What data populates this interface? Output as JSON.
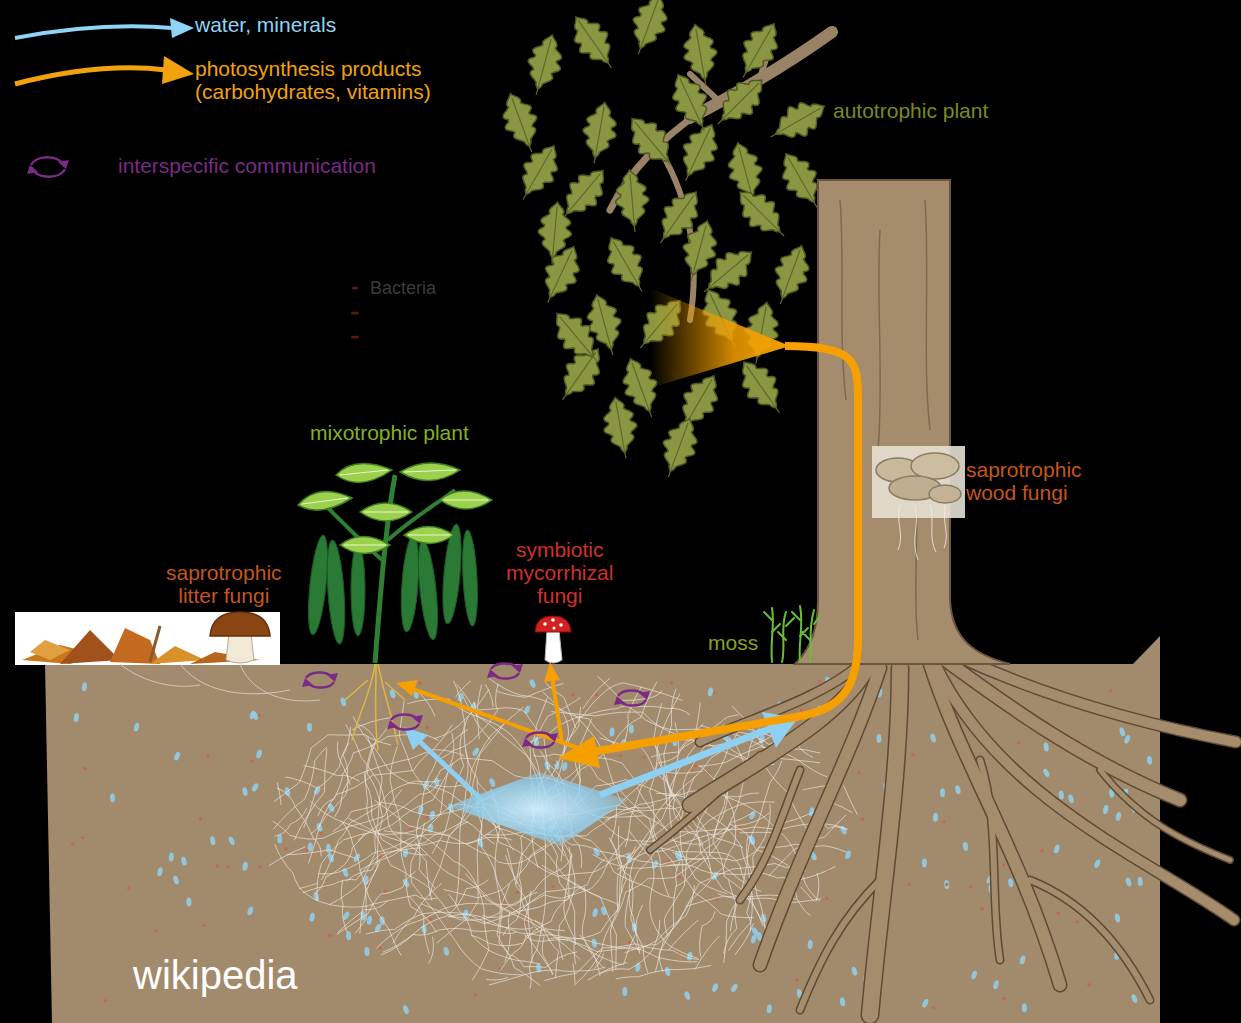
{
  "diagram": {
    "labels": [
      "Bacteria",
      "autotrophic plant",
      "mixotrophic plant",
      "saprotrophic wood fungi",
      "saprotrophic litter fungi",
      "symbiotic mycorrhizal fungi",
      "moss",
      "wikipedia"
    ],
    "legend": [
      {
        "text": "water, minerals"
      },
      {
        "text": "photosynthesis products (carbohydrates, vitamins)"
      },
      {
        "text": "interspecific communication"
      }
    ]
  }
}
